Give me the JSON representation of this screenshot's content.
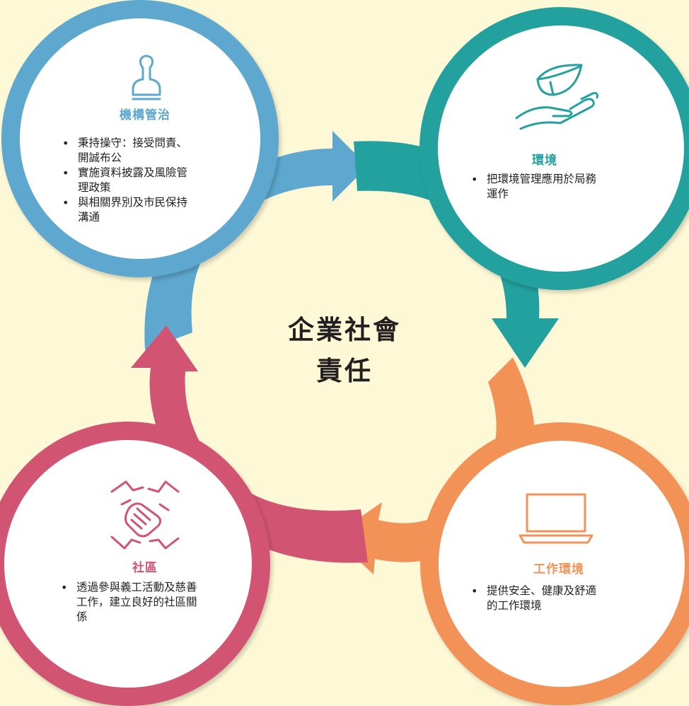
{
  "center": {
    "line1": "企業社會",
    "line2": "責任"
  },
  "governance": {
    "title": "機構管治",
    "bullets": [
      "秉持操守：接受問責、",
      "開誠布公",
      "實施資料披露及風險管",
      "理政策",
      "與相關界別及市民保持",
      "溝通"
    ],
    "color": "#5ea8cf",
    "icon": "stamp-icon"
  },
  "environment": {
    "title": "環境",
    "bullets": [
      "把環境管理應用於局務",
      "運作"
    ],
    "color": "#22a19f",
    "icon": "leaf-in-hand-icon"
  },
  "workplace": {
    "title": "工作環境",
    "bullets": [
      "提供安全、健康及舒適",
      "的工作環境"
    ],
    "color": "#f39256",
    "icon": "laptop-icon"
  },
  "community": {
    "title": "社區",
    "bullets": [
      "透過參與義工活動及慈善",
      "工作，建立良好的社區關",
      "係"
    ],
    "color": "#d25473",
    "icon": "joined-hands-icon"
  }
}
